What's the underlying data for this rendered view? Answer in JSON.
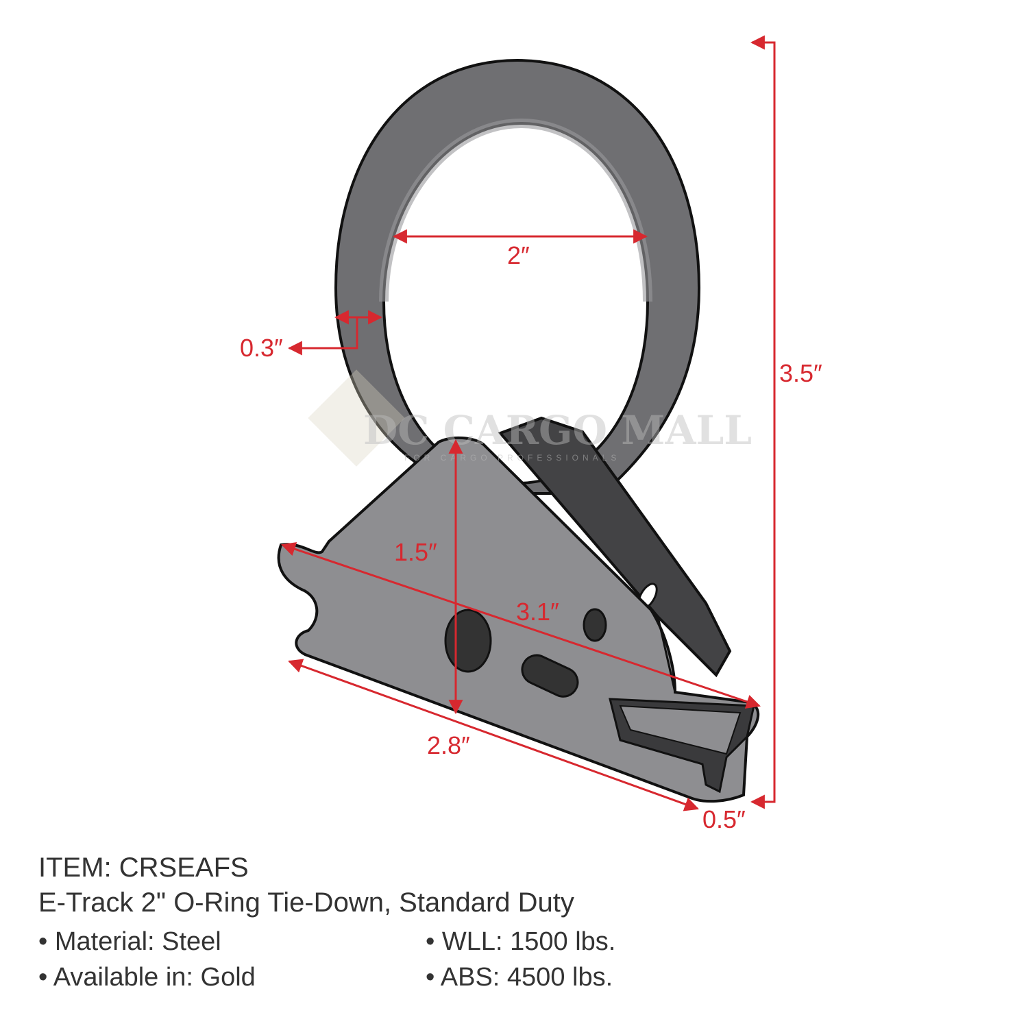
{
  "watermark": {
    "brand": "DC CARGO MALL",
    "tagline": "FOR CARGO PROFESSIONALS"
  },
  "dimensions": {
    "ring_inner_diameter": "2″",
    "ring_thickness": "0.3″",
    "total_height": "3.5″",
    "base_height": "1.5″",
    "diagonal_length": "3.1″",
    "base_length": "2.8″",
    "base_depth": "0.5″"
  },
  "product": {
    "item": "ITEM: CRSEAFS",
    "title": "E-Track 2\" O-Ring Tie-Down, Standard Duty",
    "specs": [
      "• Material: Steel",
      "• WLL: 1500 lbs.",
      "• Available in: Gold",
      "• ABS: 4500 lbs."
    ]
  },
  "colors": {
    "dimension": "#d7282f",
    "steel": "#8e8e91",
    "dark": "#434345"
  }
}
